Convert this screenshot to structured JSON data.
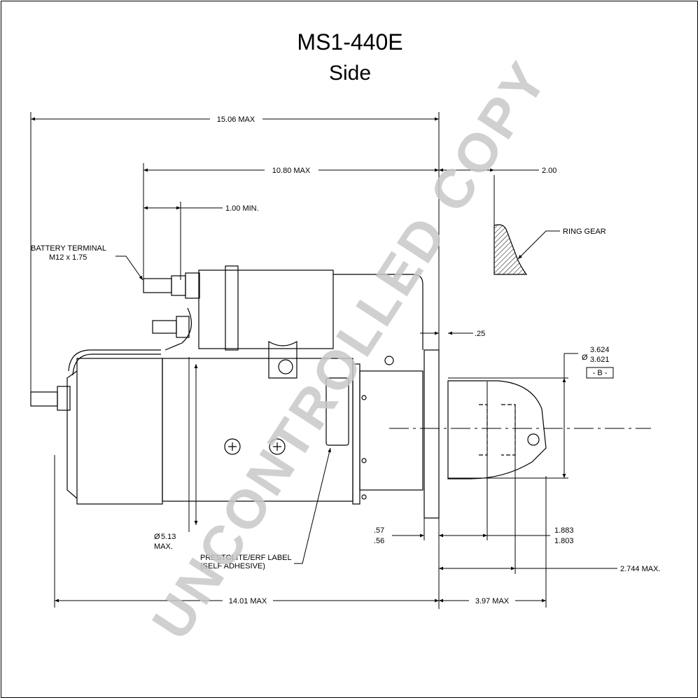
{
  "title": "MS1-440E",
  "subtitle": "Side",
  "watermark": "UNCONTROLLED COPY",
  "dimensions": {
    "overall_length": "15.06 MAX",
    "solenoid_length": "10.80 MAX",
    "terminal_offset": "1.00 MIN.",
    "flange_to_ring": "2.00",
    "flange_thickness": ".25",
    "pilot_dia_upper": "3.624",
    "pilot_dia_lower": "3.621",
    "datum": "- B -",
    "flange_gap_upper": ".57",
    "flange_gap_lower": ".56",
    "pinion_upper": "1.883",
    "pinion_lower": "1.803",
    "nose_extent": "2.744 MAX.",
    "body_length": "14.01 MAX",
    "nose_length": "3.97 MAX",
    "body_dia": "5.13",
    "body_dia_suffix": "MAX.",
    "dia_symbol": "Ø"
  },
  "labels": {
    "battery_terminal_1": "BATTERY TERMINAL",
    "battery_terminal_2": "M12 x 1.75",
    "ring_gear": "RING GEAR",
    "prestolite_1": "PRESTOLITE/ERF LABEL",
    "prestolite_2": "(SELF ADHESIVE)"
  },
  "colors": {
    "line": "#000000",
    "watermark": "#c8c8c8"
  }
}
